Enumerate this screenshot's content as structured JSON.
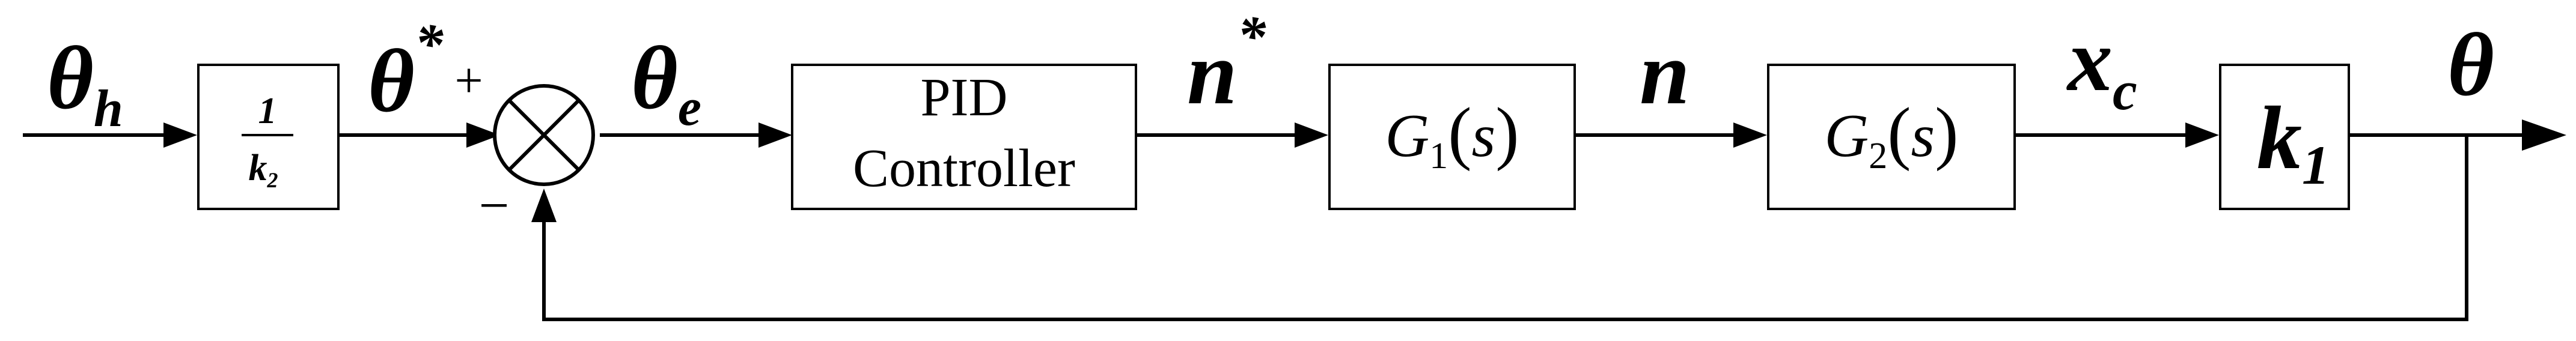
{
  "input": {
    "symbol": "θ",
    "subscript": "h"
  },
  "gain_block": {
    "numerator": "1",
    "denominator_symbol": "k",
    "denominator_subscript": "2"
  },
  "reference": {
    "symbol": "θ",
    "superscript": "*"
  },
  "summing_junction": {
    "plus_sign": "+",
    "minus_sign": "−"
  },
  "error": {
    "symbol": "θ",
    "subscript": "e"
  },
  "pid_block": {
    "line1": "PID",
    "line2": "Controller"
  },
  "speed_reference": {
    "symbol": "n",
    "superscript": "*"
  },
  "g1_block": {
    "symbol": "G",
    "subscript": "1",
    "open_paren": "(",
    "argument": "s",
    "close_paren": ")"
  },
  "speed": {
    "symbol": "n"
  },
  "g2_block": {
    "symbol": "G",
    "subscript": "2",
    "open_paren": "(",
    "argument": "s",
    "close_paren": ")"
  },
  "displacement": {
    "symbol": "x",
    "subscript": "c"
  },
  "k1_block": {
    "symbol": "k",
    "subscript": "1"
  },
  "output": {
    "symbol": "θ"
  }
}
